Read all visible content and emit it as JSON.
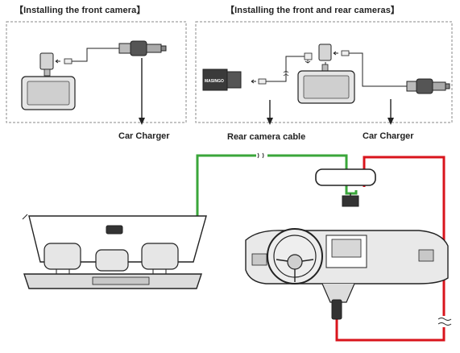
{
  "sections": {
    "front": {
      "title": "【Installing the front camera】"
    },
    "front_rear": {
      "title": "【Installing the front and rear cameras】"
    }
  },
  "callouts": {
    "car_charger_left": "Car Charger",
    "rear_camera_cable": "Rear camera cable",
    "car_charger_right": "Car Charger"
  },
  "brand_badge": "MASINGO",
  "colors": {
    "rear_cable": "#3aa63a",
    "power_cable": "#d9141c",
    "device": "#dcdcdc",
    "line": "#222222"
  }
}
